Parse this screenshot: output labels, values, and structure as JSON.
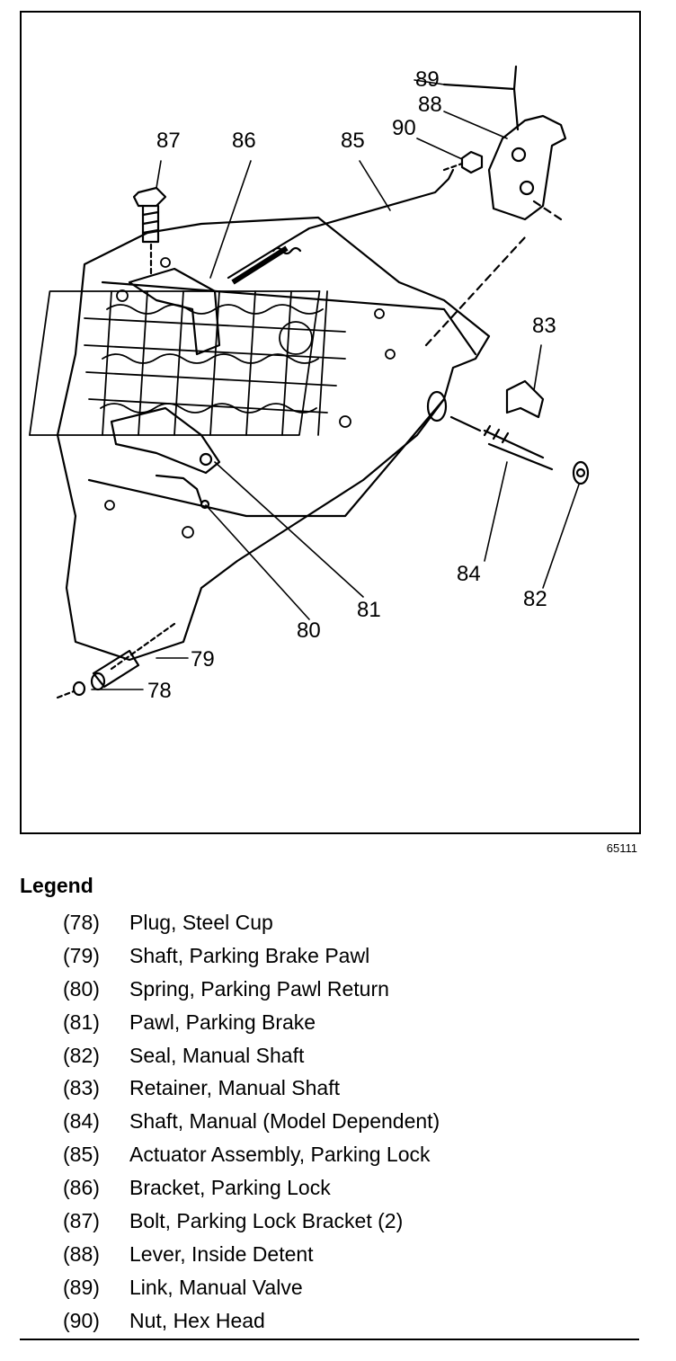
{
  "figure": {
    "id": "65111",
    "callouts": {
      "c78": "78",
      "c79": "79",
      "c80": "80",
      "c81": "81",
      "c82": "82",
      "c83": "83",
      "c84": "84",
      "c85": "85",
      "c86": "86",
      "c87": "87",
      "c88": "88",
      "c89": "89",
      "c90": "90"
    }
  },
  "legend": {
    "title": "Legend",
    "items": [
      {
        "num": "(78)",
        "text": "Plug, Steel Cup"
      },
      {
        "num": "(79)",
        "text": "Shaft, Parking Brake Pawl"
      },
      {
        "num": "(80)",
        "text": "Spring, Parking Pawl Return"
      },
      {
        "num": "(81)",
        "text": "Pawl, Parking Brake"
      },
      {
        "num": "(82)",
        "text": "Seal, Manual Shaft"
      },
      {
        "num": "(83)",
        "text": "Retainer, Manual Shaft"
      },
      {
        "num": "(84)",
        "text": "Shaft, Manual (Model Dependent)"
      },
      {
        "num": "(85)",
        "text": "Actuator Assembly, Parking Lock"
      },
      {
        "num": "(86)",
        "text": "Bracket, Parking Lock"
      },
      {
        "num": "(87)",
        "text": "Bolt, Parking Lock Bracket (2)"
      },
      {
        "num": "(88)",
        "text": "Lever, Inside Detent"
      },
      {
        "num": "(89)",
        "text": "Link, Manual Valve"
      },
      {
        "num": "(90)",
        "text": "Nut, Hex Head"
      }
    ]
  }
}
